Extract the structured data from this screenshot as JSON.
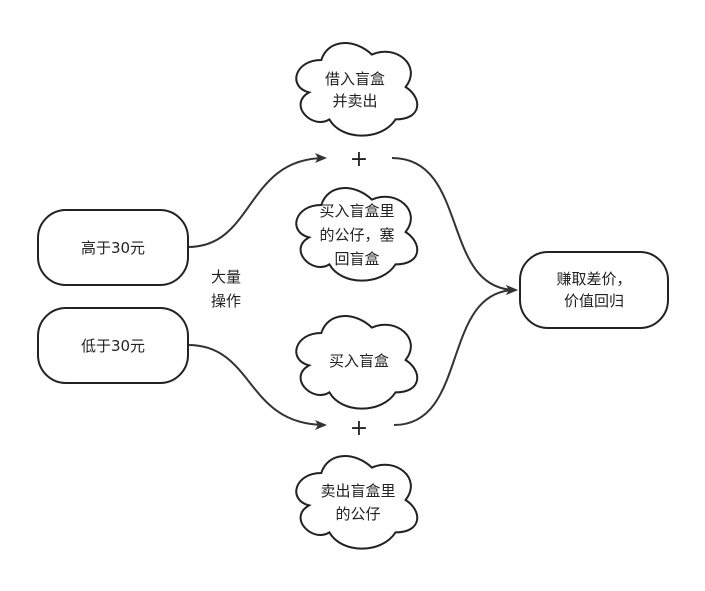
{
  "nodes": {
    "high": "高于30元",
    "low": "低于30元",
    "result": [
      "赚取差价，",
      "价值回归"
    ],
    "borrow_sell": [
      "借入盲盒",
      "并卖出"
    ],
    "buy_figure": [
      "买入盲盒里",
      "的公仔，塞",
      "回盲盒"
    ],
    "buy_box": [
      "买入盲盒"
    ],
    "sell_figure": [
      "卖出盲盒里",
      "的公仔"
    ]
  },
  "label_mass": [
    "大量",
    "操作"
  ],
  "plus_top": "+",
  "plus_bottom": "+"
}
